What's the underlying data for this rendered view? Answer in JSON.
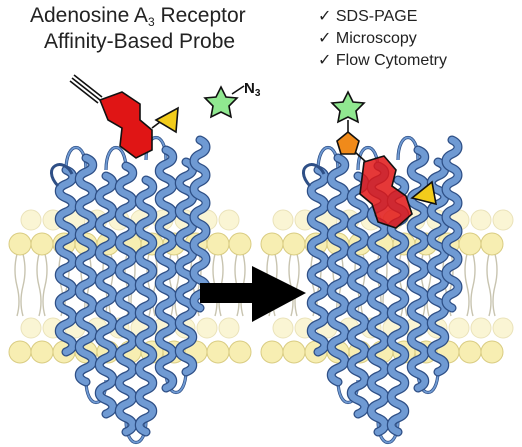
{
  "title": {
    "line1_prefix": "Adenosine A",
    "line1_subscript": "3",
    "line1_suffix": " Receptor",
    "line2": "Affinity-Based Probe"
  },
  "applications": [
    {
      "check": "✓",
      "label": "SDS-PAGE"
    },
    {
      "check": "✓",
      "label": "Microscopy"
    },
    {
      "check": "✓",
      "label": "Flow Cytometry"
    }
  ],
  "azide": {
    "symbol": "N",
    "subscript": "3"
  },
  "colors": {
    "membrane_head": "#f7eeb2",
    "membrane_head_edge": "#d9cc82",
    "receptor_helix": "#6f9ad3",
    "receptor_edge": "#2e4f86",
    "probe_red": "#e01515",
    "ligand_yellow": "#f2cc1b",
    "fluorophore_green": "#90e890",
    "click_linker_orange": "#f08a1a",
    "arrow": "#000000"
  }
}
